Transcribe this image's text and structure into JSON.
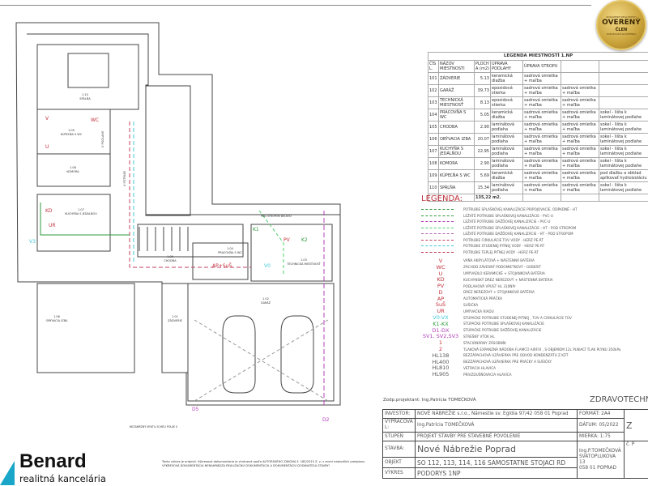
{
  "room_table": {
    "caption": "LEGENDA MIESTNOSTÍ 1.NP",
    "headers": [
      "ČÍSL.",
      "NÁZOV MIESTNOSTI",
      "PLOCHA (m2)",
      "ÚPRAVA PODLAHY",
      "ÚPRAVA STROPU",
      "",
      ""
    ],
    "rows": [
      [
        "101",
        "ZÁDVERIE",
        "5.13",
        "keramická dlažba",
        "sadrová omietka + maľba",
        "",
        ""
      ],
      [
        "102",
        "GARÁŽ",
        "39.73",
        "epoxidová stierka",
        "sadrová omietka + maľba",
        "sadrová omietka + maľba",
        ""
      ],
      [
        "103",
        "TECHNICKÁ MIESTNOSŤ",
        "8.13",
        "epoxidová stierka",
        "sadrová omietka + maľba",
        "sadrová omietka + maľba",
        ""
      ],
      [
        "104",
        "PRACOVŇA S WC",
        "5.05",
        "keramická dlažba",
        "sadrová omietka + maľba",
        "sadrová omietka + maľba",
        "sokel - lišta k laminátovej podlahe"
      ],
      [
        "105",
        "CHODBA",
        "2.90",
        "laminátová podlaha",
        "sadrová omietka + maľba",
        "sadrová omietka + maľba",
        "sokel - lišta k laminátovej podlahe"
      ],
      [
        "106",
        "OBÝVACIA IZBA",
        "20.07",
        "laminátová podlaha",
        "sadrová omietka + maľba",
        "sadrová omietka + maľba",
        "sokel - lišta k laminátovej podlahe"
      ],
      [
        "107",
        "KUCHYŇA S JEDÁLŇOU",
        "22.95",
        "laminátová podlaha",
        "sadrová omietka + maľba",
        "sadrová omietka + maľba",
        "sokel - lišta k laminátovej podlahe"
      ],
      [
        "108",
        "KOMORA",
        "2.90",
        "laminátová podlaha",
        "sadrová omietka + maľba",
        "sadrová omietka + maľba",
        "sokel - lišta k laminátovej podlahe"
      ],
      [
        "109",
        "KÚPEĽŇA S WC",
        "5.69",
        "keramická dlažba",
        "sadrová omietka + maľba",
        "sadrová omietka + maľba",
        "pod dlažbu a obklad aplikovať hydroizoláciu"
      ],
      [
        "110",
        "SPÁLŇA",
        "15.34",
        "laminátová podlaha",
        "sadrová omietka + maľba",
        "sadrová omietka + maľba",
        "sokel - lišta k laminátovej podlahe"
      ]
    ],
    "total": "135,22 m2."
  },
  "badge": {
    "top": "ZORUŽENIE REALITNÝCH",
    "main": "OVERENÝ",
    "sub": "ČLEN",
    "bottom": "KANCELÁRIÍ SLOVENSKA"
  },
  "legend": {
    "title": "LEGENDA:",
    "lines": [
      {
        "color": "#2e9a3c",
        "text": "POTRUBIE SPLAŠKOVEJ KANALIZÁCIE PRIPOJOVACIE, ODPADNÉ - HT"
      },
      {
        "color": "#2e9a3c",
        "text": "LEŽATÉ POTRUBIE SPLAŠKOVEJ KANALIZÁCIE - PVC-U"
      },
      {
        "color": "#b040b8",
        "text": "LEŽATÉ POTRUBIE DAŽĎOVEJ KANALIZÁCIE - PVC-U"
      },
      {
        "color": "#4ccf6a",
        "text": "LEŽATÉ POTRUBIE SPLAŠKOVEJ KANALIZÁCIE - HT - POD STROPOM"
      },
      {
        "color": "#b060b0",
        "text": "LEŽATÉ POTRUBIE DAŽĎOVEJ KANALIZÁCIE - HT - POD STROPOM"
      },
      {
        "color": "#c04060",
        "text": "POTRUBIE CIRKULÁCIE TÚV VODY - HERZ PE-RT"
      },
      {
        "color": "#40c8d8",
        "text": "POTRUBIE STUDENEJ PITNEJ VODY - HERZ PE-RT"
      },
      {
        "color": "#c03050",
        "text": "POTRUBIE TEPLEJ PITNEJ VODY - HERZ PE-RT"
      }
    ],
    "symbols": [
      {
        "sym": "V",
        "color": "#c0303b",
        "text": "VAŇA AKRYLÁTOVÁ + NÁSTENNÁ BATÉRIA"
      },
      {
        "sym": "WC",
        "color": "#c0303b",
        "text": "ZÁCHOD ZÁVESNÝ PODOMIETKOVÝ - GEBERIT"
      },
      {
        "sym": "U",
        "color": "#c0303b",
        "text": "UMÝVADLO KERAMICKÉ + STOJANKOVÁ BATÉRIA"
      },
      {
        "sym": "KD",
        "color": "#c0303b",
        "text": "KUCHYNSKÝ DREZ NEREZOVÝ + NÁSTENNÁ BATÉRIA"
      },
      {
        "sym": "PV",
        "color": "#c0303b",
        "text": "PODLAHOVÁ VPUST HL 310NPr"
      },
      {
        "sym": "D",
        "color": "#c0303b",
        "text": "DREZ NEREZOVÝ + STOJANKOVÁ BATÉRIA"
      },
      {
        "sym": "AP",
        "color": "#c0303b",
        "text": "AUTOMATICKÁ PRÁČKA"
      },
      {
        "sym": "SuŠ",
        "color": "#c0303b",
        "text": "SUŠIČKA"
      },
      {
        "sym": "UR",
        "color": "#c0303b",
        "text": "UMÝVAČKA RIADU"
      },
      {
        "sym": "V0-VX",
        "color": "#40c8d8",
        "text": "STÚPAČKE POTRUBIE STUDENEJ PITNEJ , TÚV A CIRKULÁCIE TÚV"
      },
      {
        "sym": "K1-KX",
        "color": "#2e9a3c",
        "text": "STÚPAČKE POTRUBIE SPLAŠKOVEJ KANALIZÁCIE"
      },
      {
        "sym": "D1-DX",
        "color": "#b040b8",
        "text": "STÚPAČKE POTRUBIE DAŽĎOVEJ KANALIZÁCIE"
      },
      {
        "sym": "SV1, SV2,SV3",
        "color": "#b040b8",
        "text": "STREŠNÝ VTOK HL"
      },
      {
        "sym": "1",
        "color": "#c0303b",
        "text": "STACIONÁRNY ZÁSOBNÍK"
      },
      {
        "sym": "2",
        "color": "#c0303b",
        "text": "TLAKOVÁ EXPANZNÁ NÁDOBA FLAMCO AIRFIX , S OBJEMOM 12L PLNIACÍ TLAK PLYNU 350kPa"
      },
      {
        "sym": "HL138",
        "color": "#555",
        "text": "BEZZÁPACHOVÁ UZÁVIERKA PRE ODVOD KONDENZÁTU Z KZT"
      },
      {
        "sym": "HL400",
        "color": "#555",
        "text": "BEZZÁPACHOVÁ UZÁVIERKA PRE PRÁČKY A SUŠIČKY"
      },
      {
        "sym": "HL810",
        "color": "#555",
        "text": "VETRACIA HLAVICA"
      },
      {
        "sym": "HL905",
        "color": "#555",
        "text": "PRIVZDUŠŇOVACIA HLAVICA"
      }
    ]
  },
  "plan": {
    "rooms": [
      {
        "num": "1.10",
        "name": "SPÁLŇA"
      },
      {
        "num": "1.09",
        "name": "KÚPEĽŇA S WC"
      },
      {
        "num": "1.08",
        "name": "KOMORA"
      },
      {
        "num": "1.07",
        "name": "KUCHYŇA S JEDÁLŇOU"
      },
      {
        "num": "1.06",
        "name": "OBÝVACIA IZBA"
      },
      {
        "num": "1.05",
        "name": "CHODBA"
      },
      {
        "num": "1.04",
        "name": "PRACOVŇA S WC"
      },
      {
        "num": "1.03",
        "name": "TECHNICKÁ MIESTNOSŤ"
      },
      {
        "num": "1.02",
        "name": "GARÁŽ"
      },
      {
        "num": "1.01",
        "name": "ZÁDVERIE"
      }
    ],
    "labels": [
      "V POTRUBÍ",
      "V PODLAHE",
      "NEZAMRZNÝ VENTIL SCHÉLI POLIJE II",
      "POD STROPOM DÉLKOU",
      "D5",
      "D2",
      "K1",
      "K2",
      "V0",
      "V3",
      "WC",
      "AP+SuŠ",
      "PV",
      "KD",
      "UR",
      "U",
      "V"
    ]
  },
  "title_block": {
    "designer_line": "Zodp.projektant: Ing.Patrícia TOMEČKOVÁ",
    "header": "ZDRAVOTECHN",
    "investor_label": "INVESTOR:",
    "investor": "NOVÉ NÁBREŽIE s.r.o., Námestie sv. Egídia 97/42 058 01 Poprad",
    "format_label": "FORMÁT:",
    "format": "2A4",
    "prepared_label": "VYPRACOVAL:",
    "prepared": "Ing.Patrícia TOMEČKOVÁ",
    "date_label": "DÁTUM:",
    "date": "05/2022",
    "stage_label": "STUPEŇ",
    "stage": "PROJEKT STAVBY PRE STAVEBNÉ POVOLENIE",
    "scale_label": "MIERKA:",
    "scale": "1:75",
    "building_label": "STAVBA:",
    "building": "Nové Nábrežie Poprad",
    "company": [
      "Ing.P.TOMEČKOVÁ",
      "SVATOPLUKOVA 13",
      "058 01 POPRAD"
    ],
    "object_label": "OBJEKT",
    "object": "SO 112, 113, 114, 116 SAMOSTATNE STOJACI RD",
    "drawing_label": "VÝKRES",
    "drawing": "PODORYS 1NP",
    "side_z": "Z",
    "side_p": "č. P"
  },
  "notice": [
    "Tento výkres je originál. Výkresová dokumentácia je chránená podľa AUTORSKÉHO ZÁKONA č. 185/2015 Z. z. v znení neskorších predpisov.",
    "VÝKRESOVÁ DOKUMENTÁCIA NENAHRÁDZA REALIZAČNÚ DOKUMENTÁCIU A DOKUMENTÁCIU DODÁVATEĽA STAVBY!"
  ],
  "logo": {
    "name": "Benard",
    "sub": "realitná kancelária",
    "color": "#1aa6c9"
  }
}
